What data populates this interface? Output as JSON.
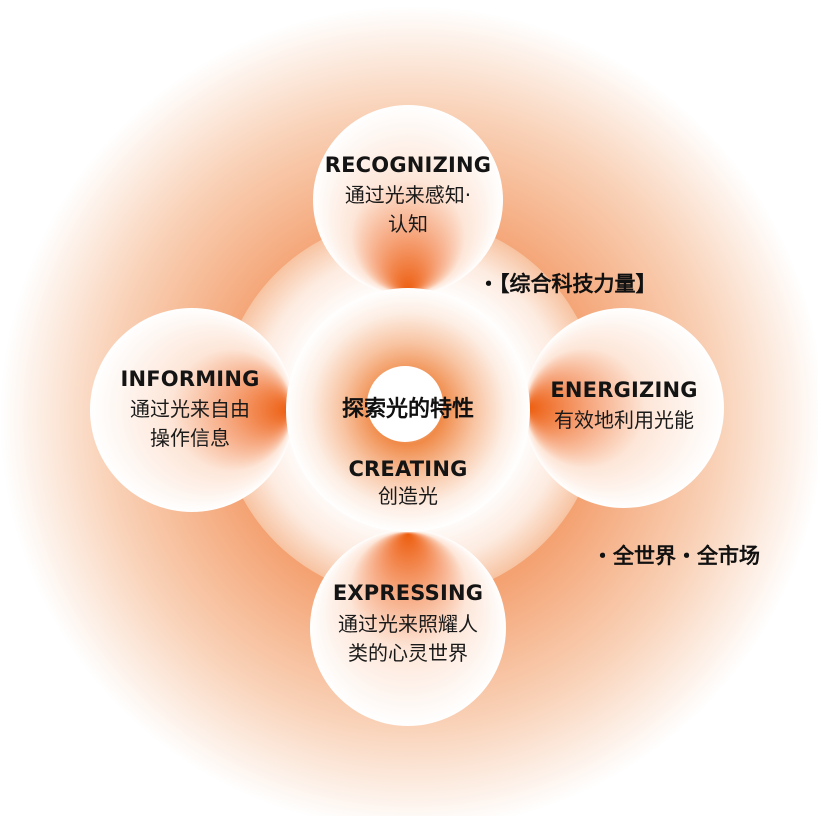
{
  "center": {
    "title": "探索光的特性",
    "en": "CREATING",
    "cn": "创造光"
  },
  "nodes": [
    {
      "id": "recognizing",
      "en": "RECOGNIZING",
      "cn_line1": "通过光来感知·",
      "cn_line2": "认知"
    },
    {
      "id": "informing",
      "en": "INFORMING",
      "cn_line1": "通过光来自由",
      "cn_line2": "操作信息"
    },
    {
      "id": "energizing",
      "en": "ENERGIZING",
      "cn_line1": "有效地利用光能",
      "cn_line2": ""
    },
    {
      "id": "expressing",
      "en": "EXPRESSING",
      "cn_line1": "通过光来照耀人",
      "cn_line2": "类的心灵世界"
    }
  ],
  "side_notes": {
    "note1": "・【综合科技力量】",
    "note2": "・全世界・全市场"
  },
  "colors": {
    "accent": "#ef6a1c",
    "glow": "#f6b48a",
    "white": "#ffffff"
  }
}
